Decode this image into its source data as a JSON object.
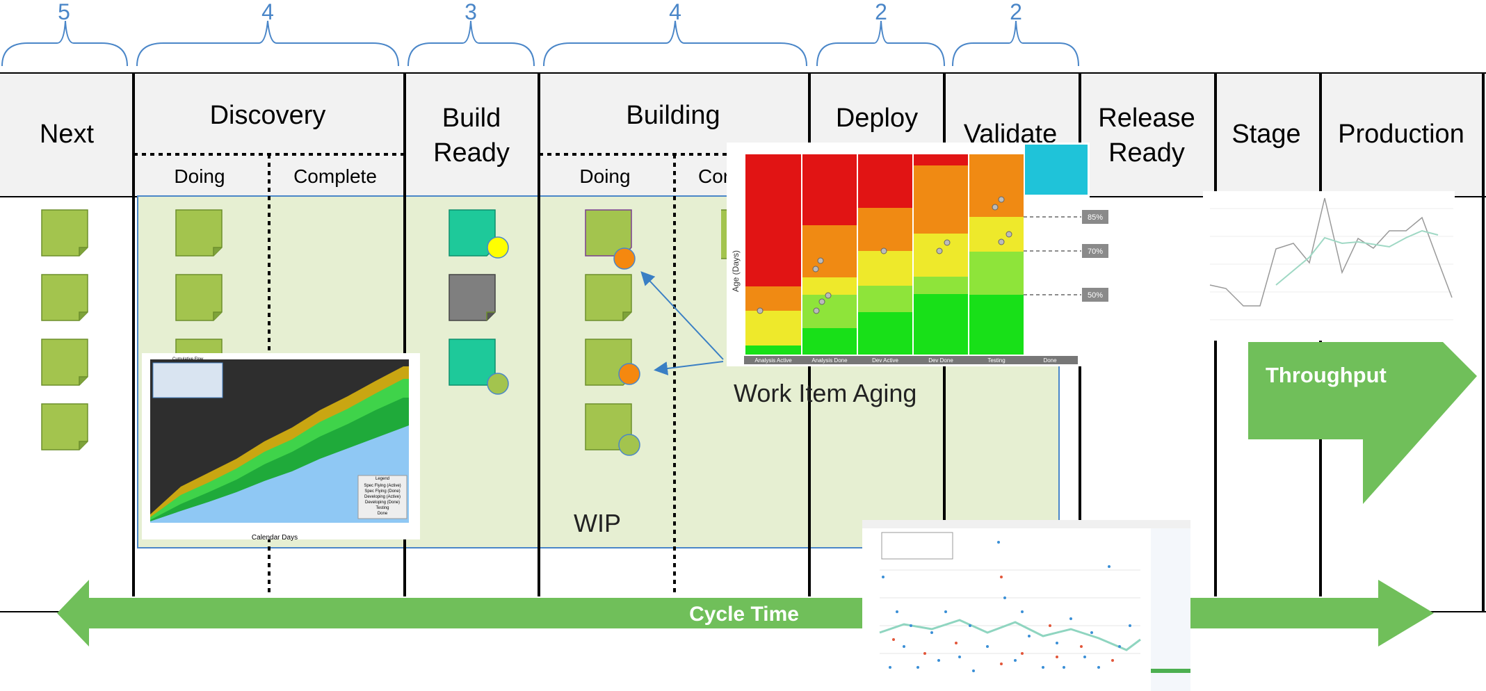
{
  "wip_limits": [
    "5",
    "4",
    "3",
    "4",
    "2",
    "2"
  ],
  "columns": {
    "next": "Next",
    "discovery": "Discovery",
    "build_ready": [
      "Build",
      "Ready"
    ],
    "building": "Building",
    "deploy": "Deploy",
    "validate": "Validate",
    "release_ready": [
      "Release",
      "Ready"
    ],
    "stage": "Stage",
    "production": "Production"
  },
  "subcolumns": {
    "discovery_doing": "Doing",
    "discovery_complete": "Complete",
    "building_doing": "Doing",
    "building_complete": "Cor"
  },
  "labels": {
    "wip": "WIP",
    "work_item_aging": "Work Item Aging",
    "throughput": "Throughput",
    "cycle_time": "Cycle Time"
  },
  "cfd_inset": {
    "title": "Cumulative Flow",
    "xlabel": "Calendar Days",
    "legend_title": "Legend",
    "legend": [
      "Spec Flying (Active)",
      "Spec Flying (Done)",
      "Developing (Active)",
      "Developing (Done)",
      "Testing",
      "Done"
    ]
  },
  "aging_inset": {
    "ylabel": "Age (Days)",
    "stages": [
      "Analysis Active",
      "Analysis Done",
      "Dev Active",
      "Dev Done",
      "Testing",
      "Done"
    ],
    "percentiles": [
      "85%",
      "70%",
      "50%"
    ]
  },
  "colors": {
    "card": "#a3c44e",
    "card_teal": "#1ec99a",
    "card_gray": "#7f7f7f",
    "wip_area": "#e6efd2",
    "green_arrow": "#70bf5a",
    "header_bg": "#f2f2f2",
    "brace": "#4a86c8",
    "dot_yellow": "#ffff00",
    "dot_orange": "#f5880f",
    "dot_green": "#a3c44e"
  }
}
